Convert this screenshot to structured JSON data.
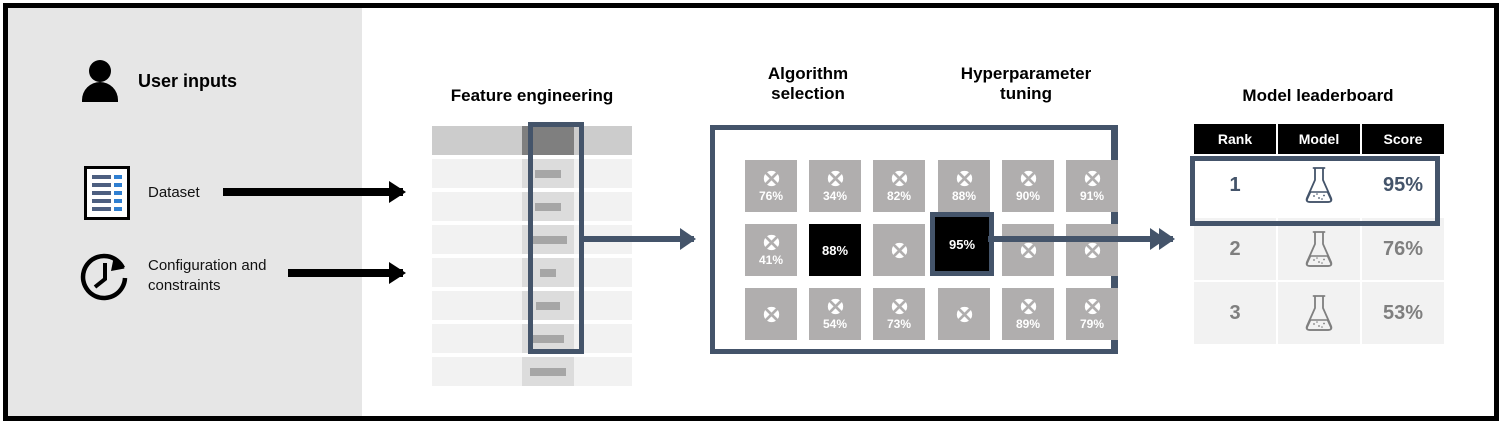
{
  "sidebar": {
    "title": "User inputs",
    "user_icon": "person-icon",
    "items": [
      {
        "label": "Dataset",
        "icon": "document-icon"
      },
      {
        "label": "Configuration and\nconstraints",
        "icon": "clock-refresh-icon"
      }
    ]
  },
  "stages": {
    "feature_engineering": {
      "caption": "Feature engineering",
      "rows": 7,
      "highlighted_column": 2,
      "bar_widths": [
        26,
        26,
        38,
        16,
        24,
        32,
        36
      ]
    },
    "algorithm_selection": {
      "caption": "Algorithm\nselection",
      "tiles": [
        {
          "value": "76%",
          "selected": false
        },
        {
          "value": "34%",
          "selected": false
        },
        {
          "value": "82%",
          "selected": false
        },
        {
          "value": "41%",
          "selected": false
        },
        {
          "value": "88%",
          "selected": true
        },
        {
          "value": "",
          "selected": false
        },
        {
          "value": "",
          "selected": false
        },
        {
          "value": "54%",
          "selected": false
        },
        {
          "value": "73%",
          "selected": false
        }
      ]
    },
    "hyperparameter_tuning": {
      "caption": "Hyperparameter\ntuning",
      "tiles": [
        {
          "value": "88%",
          "selected": false
        },
        {
          "value": "90%",
          "selected": false
        },
        {
          "value": "91%",
          "selected": false
        },
        {
          "value": "95%",
          "selected": true
        },
        {
          "value": "",
          "selected": false
        },
        {
          "value": "",
          "selected": false
        },
        {
          "value": "",
          "selected": false
        },
        {
          "value": "89%",
          "selected": false
        },
        {
          "value": "79%",
          "selected": false
        }
      ]
    }
  },
  "leaderboard": {
    "caption": "Model leaderboard",
    "columns": [
      "Rank",
      "Model",
      "Score"
    ],
    "rows": [
      {
        "rank": "1",
        "model_icon": "flask-icon",
        "score": "95%",
        "highlighted": true
      },
      {
        "rank": "2",
        "model_icon": "flask-icon",
        "score": "76%",
        "highlighted": false
      },
      {
        "rank": "3",
        "model_icon": "flask-icon",
        "score": "53%",
        "highlighted": false
      }
    ]
  },
  "arrows": {
    "dataset_to_feature": "arrow-right-black",
    "config_to_feature": "arrow-right-black",
    "feature_to_algorithm": "arrow-right-slate",
    "algorithm_to_hyperparameter": "arrow-right-slate",
    "hyperparameter_to_leaderboard": "arrow-right-slate"
  },
  "colors": {
    "panel_background": "#e6e6e6",
    "accent_slate": "#44546a",
    "tile_gray": "#b0aeae",
    "selected_black": "#000000",
    "row_gray": "#f2f2f2",
    "muted_text": "#7f7f7f"
  }
}
